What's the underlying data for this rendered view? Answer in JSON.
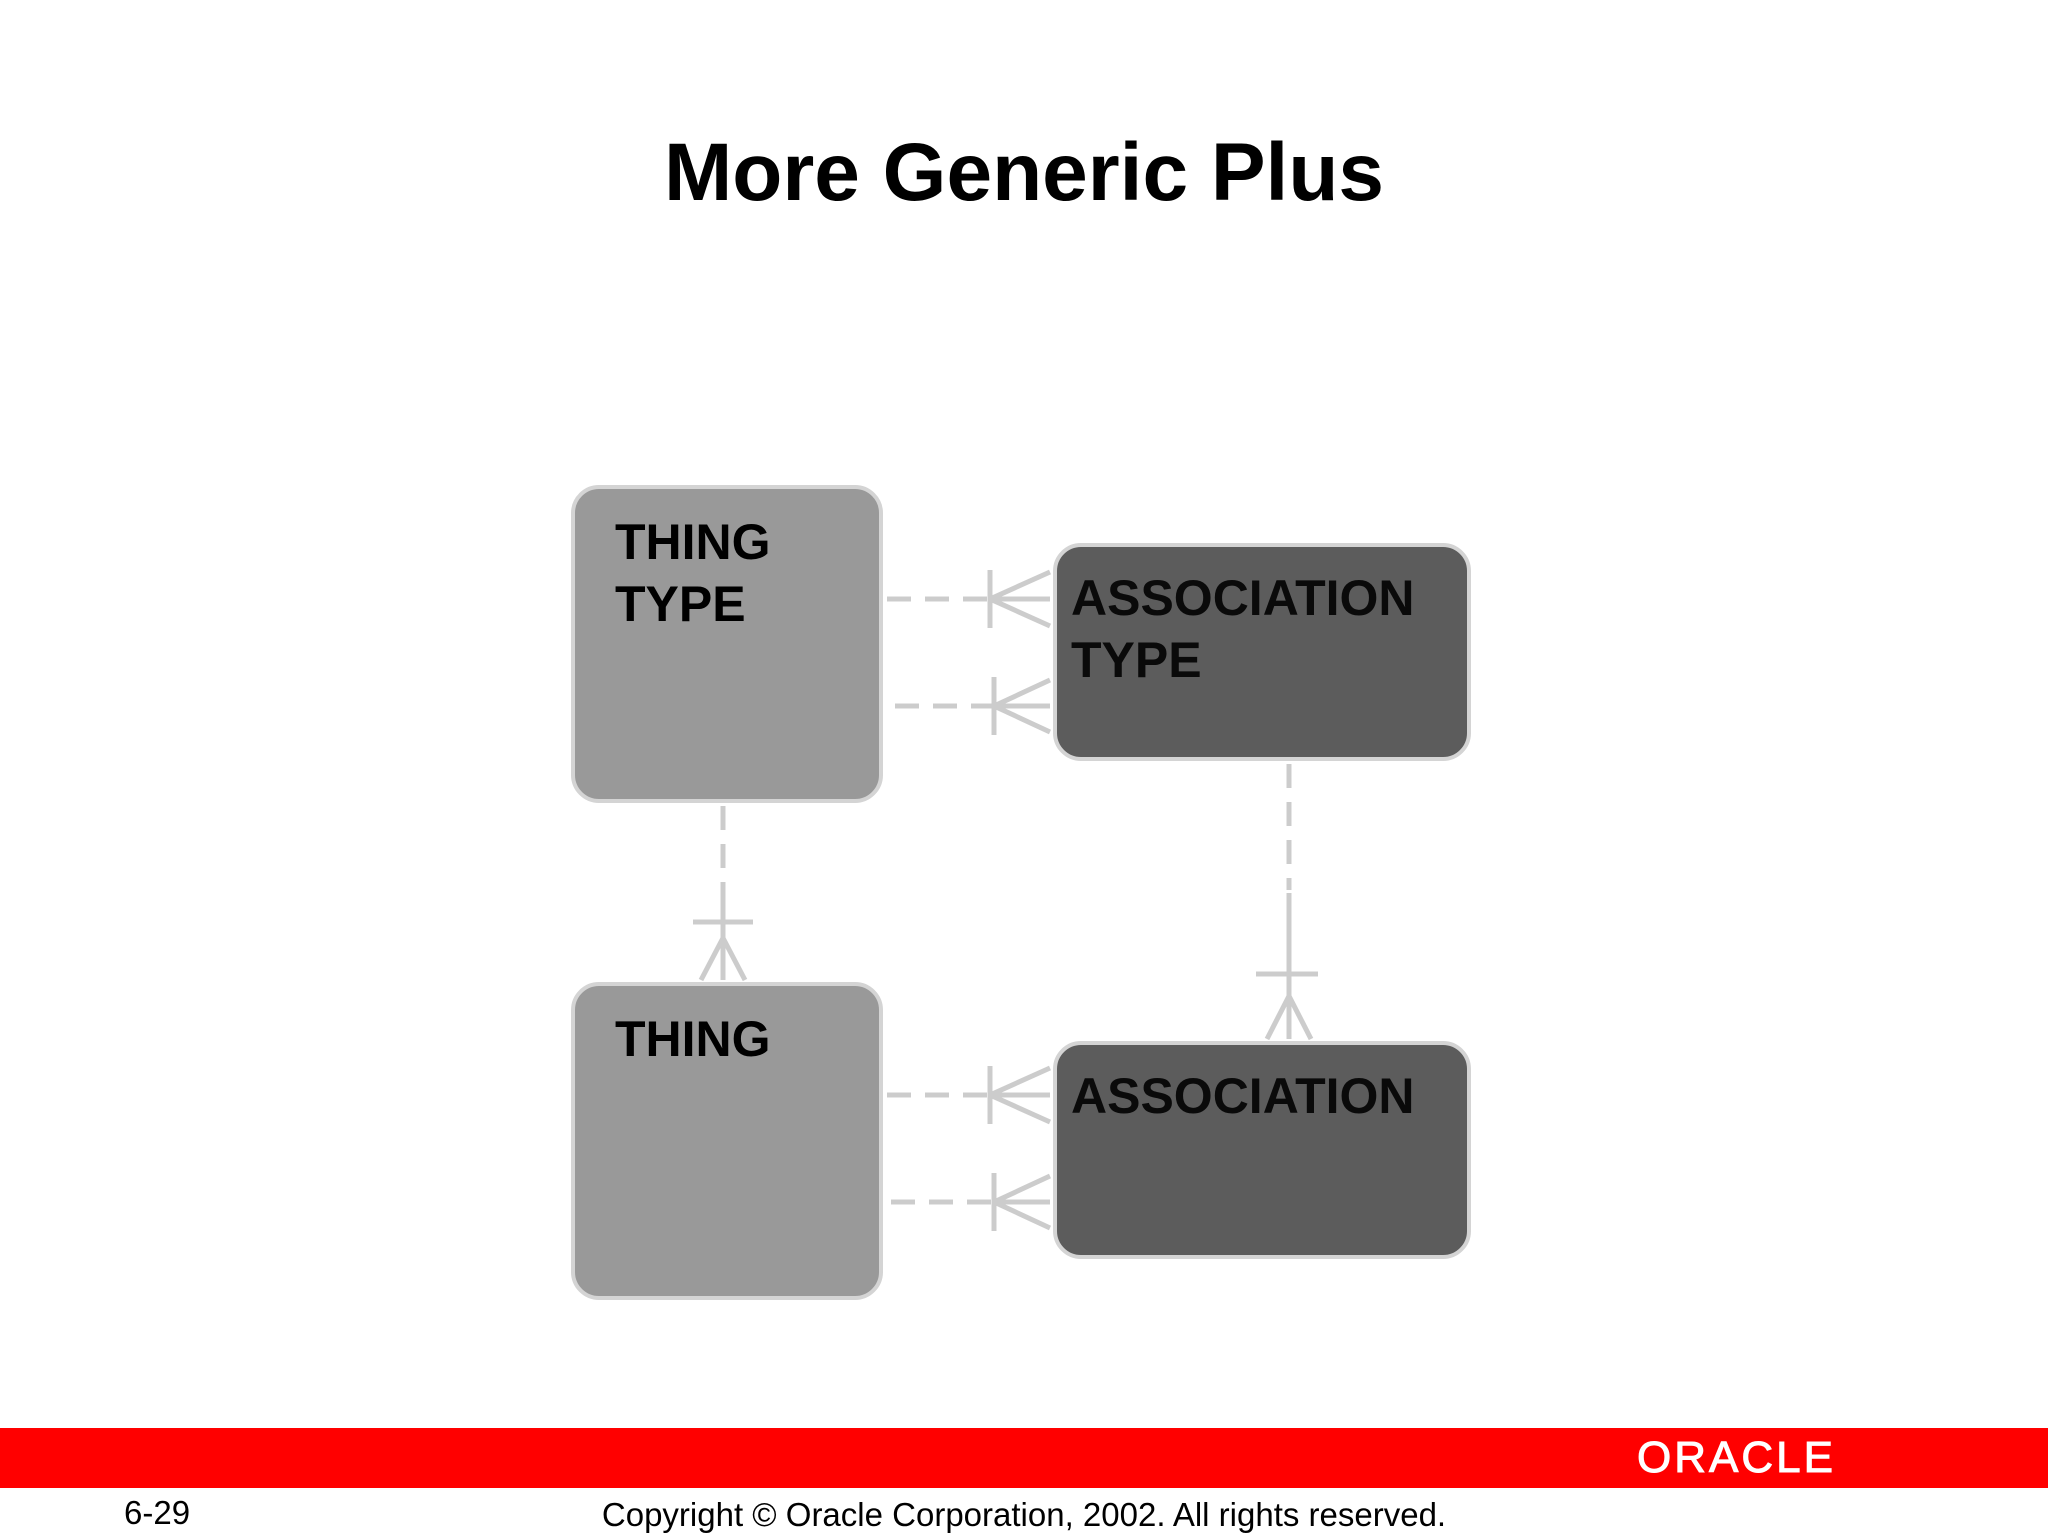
{
  "slide": {
    "title": "More Generic Plus",
    "page_number": "6-29",
    "copyright": "Copyright © Oracle Corporation, 2002. All rights reserved.",
    "logo_text": "ORACLE"
  },
  "entities": {
    "thing_type": {
      "line1": "THING",
      "line2": "TYPE",
      "fill": "#999999"
    },
    "thing": {
      "line1": "THING",
      "fill": "#999999"
    },
    "association_type": {
      "line1": "ASSOCIATION",
      "line2": "TYPE",
      "fill": "#5c5c5c"
    },
    "association": {
      "line1": "ASSOCIATION",
      "fill": "#5c5c5c"
    }
  },
  "colors": {
    "footer_bar": "#ff0000",
    "relationship_line": "#cccccc",
    "entity_border": "#d4d4d4"
  }
}
